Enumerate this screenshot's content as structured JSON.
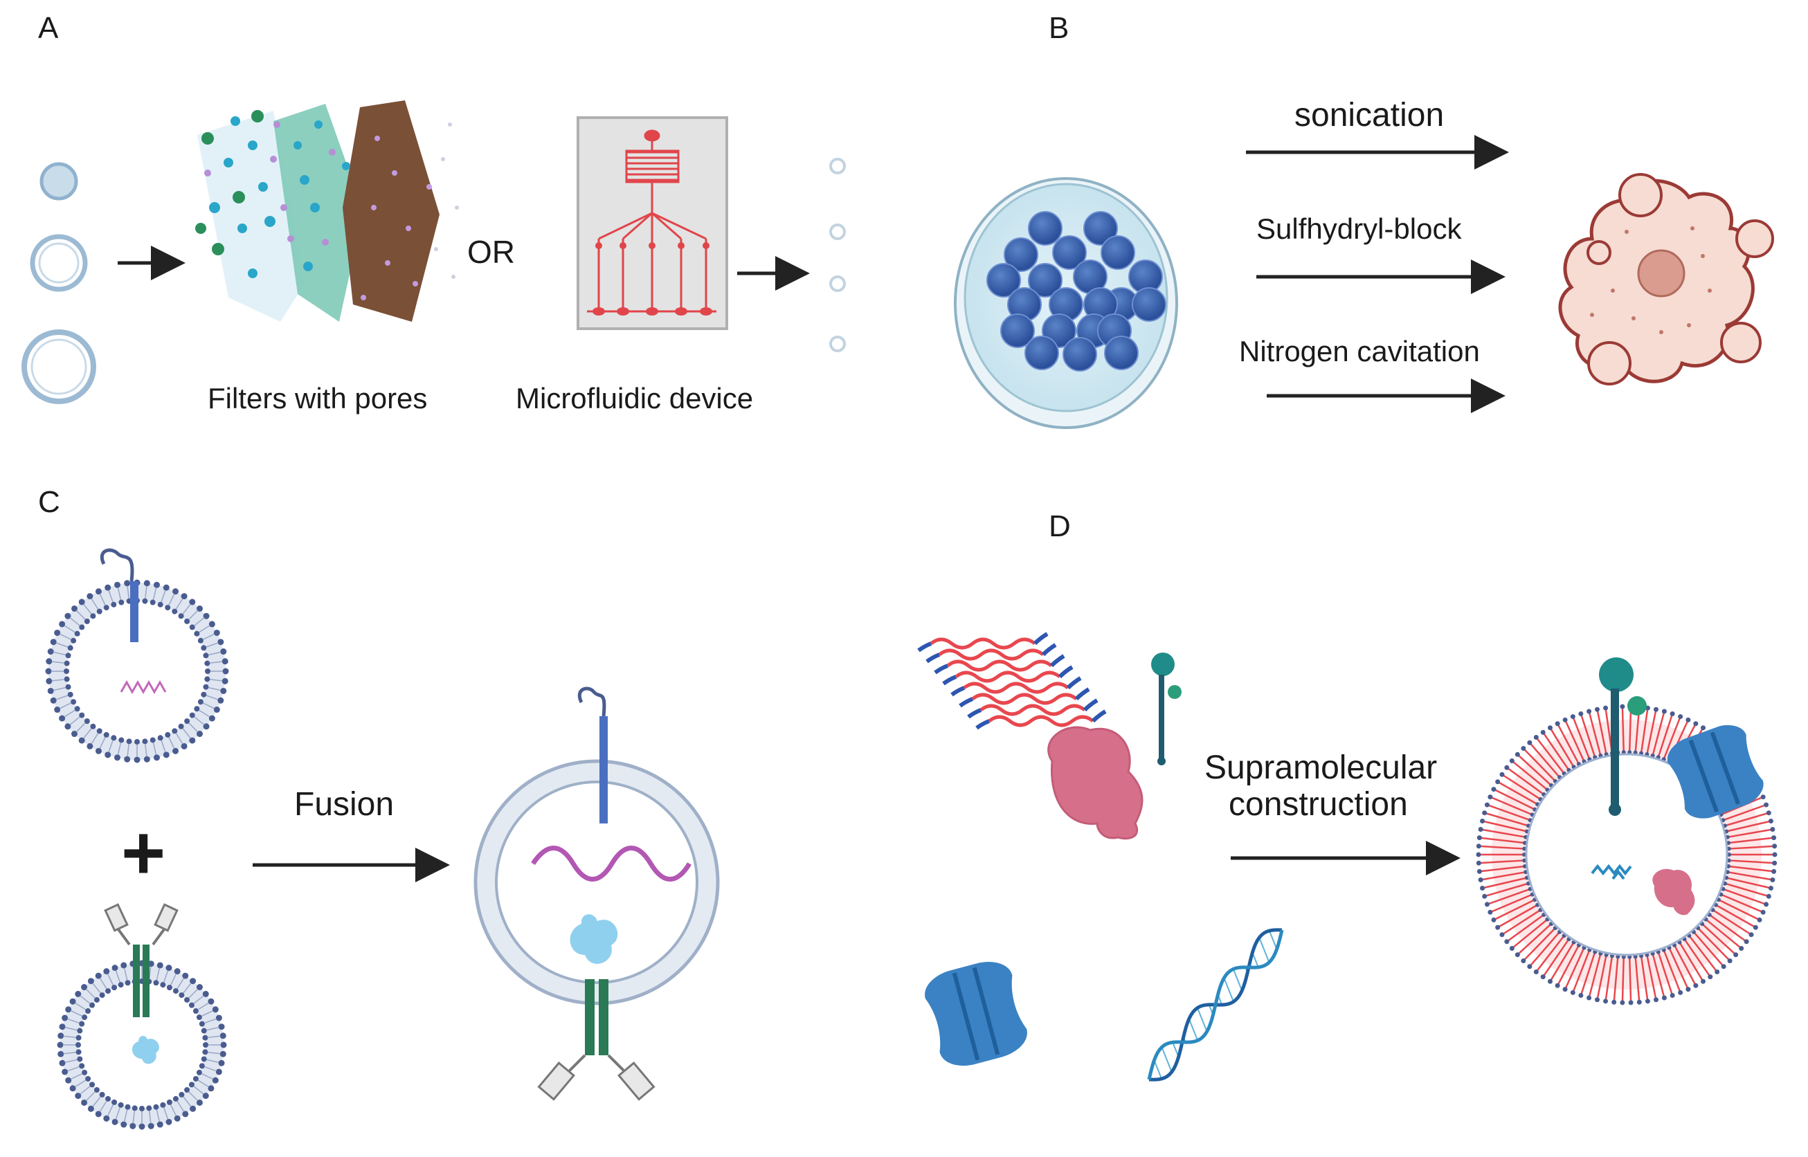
{
  "panels": {
    "a": {
      "letter": "A",
      "or_text": "OR",
      "filters_label": "Filters with pores",
      "device_label": "Microfluidic device"
    },
    "b": {
      "letter": "B",
      "methods": [
        "sonication",
        "Sulfhydryl-block",
        "Nitrogen cavitation"
      ]
    },
    "c": {
      "letter": "C",
      "plus": "+",
      "arrow_label": "Fusion"
    },
    "d": {
      "letter": "D",
      "arrow_label_line1": "Supramolecular",
      "arrow_label_line2": "construction"
    }
  },
  "colors": {
    "vesicle_blue": "#b9d3e6",
    "membrane_navy": "#4a5c8f",
    "cell_fill": "#f6dcd2",
    "cell_stroke": "#9b3a36",
    "microfluidic_red": "#e0454a",
    "lipid_red": "#e8474e",
    "protein_pink": "#d6708a",
    "channel_blue": "#3b82c4",
    "teal": "#1f8c8a",
    "antibody_green": "#2a7a55"
  }
}
